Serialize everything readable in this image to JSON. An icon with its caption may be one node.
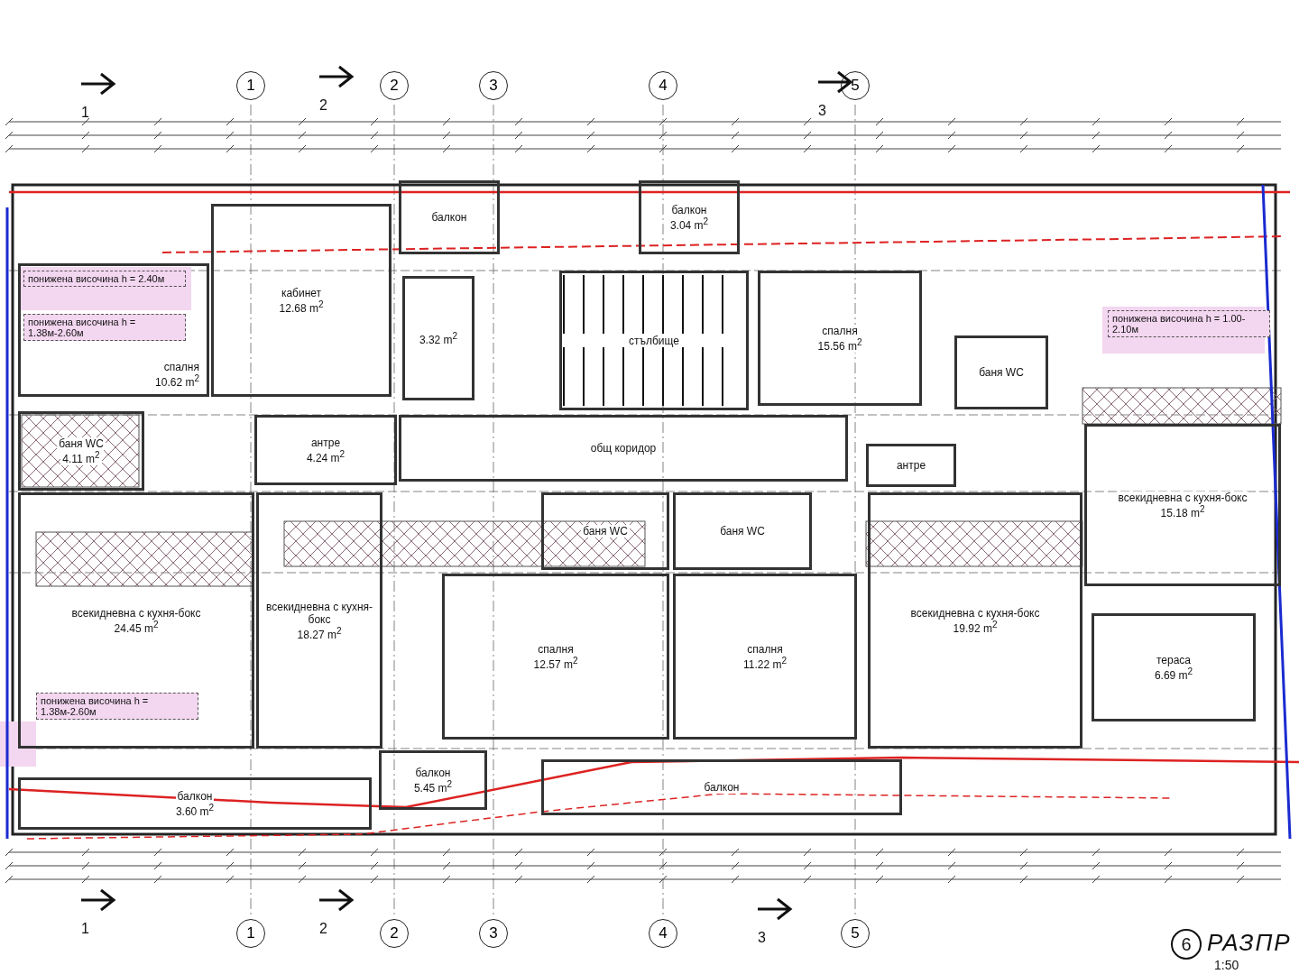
{
  "diagram": {
    "nodes": [
      {
        "text": [
          "1"
        ]
      },
      {
        "text": [
          "2"
        ]
      },
      {
        "text": [
          "3"
        ]
      },
      {
        "text": [
          "4"
        ]
      },
      {
        "text": [
          "5"
        ]
      },
      {
        "text": [
          "балкон"
        ]
      },
      {
        "text": [
          "балкон",
          "3.04 m$^{2}$"
        ]
      },
      {
        "text": [
          "спалня",
          "10.62 m$^{2}$"
        ]
      },
      {
        "text": [
          "кабинет",
          "12.68 m$^{2}$"
        ]
      },
      {
        "text": [
          "3.32 m$^{2}$"
        ]
      },
      {
        "text": [
          "стълбище"
        ]
      },
      {
        "text": [
          "спалня",
          "15.56 m$^{2}$"
        ]
      },
      {
        "text": [
          "баня WC"
        ]
      },
      {
        "text": [
          "баня WC",
          "4.11 m$^{2}$"
        ]
      },
      {
        "text": [
          "антре",
          "4.24 m$^{2}$"
        ]
      },
      {
        "text": [
          "общ коридор"
        ]
      },
      {
        "text": [
          "антре"
        ]
      },
      {
        "text": [
          "всекидневна с кухня-бокс",
          "15.18 m$^{2}$"
        ]
      },
      {
        "text": [
          "всекидневна с кухня-бокс",
          "24.45 m$^{2}$"
        ]
      },
      {
        "text": [
          "всекидневна с кухня-бокс",
          "18.27 m$^{2}$"
        ]
      },
      {
        "text": [
          "баня WC"
        ]
      },
      {
        "text": [
          "баня WC"
        ]
      },
      {
        "text": [
          "спалня",
          "12.57 m$^{2}$"
        ]
      },
      {
        "text": [
          "спалня",
          "11.22 m$^{2}$"
        ]
      },
      {
        "text": [
          "всекидневна с кухня-бокс",
          "19.92 m$^{2}$"
        ]
      },
      {
        "text": [
          "тераса",
          "6.69 m$^{2}$"
        ]
      },
      {
        "text": [
          "балкон",
          "5.45 m$^{2}$"
        ]
      },
      {
        "text": [
          "балкон"
        ]
      },
      {
        "text": [
          "балкон",
          "3.60 m$^{2}$"
        ]
      },
      {
        "text": [
          "1"
        ]
      },
      {
        "text": [
          "2"
        ]
      },
      {
        "text": [
          "3"
        ]
      },
      {
        "text": [
          "4"
        ]
      },
      {
        "text": [
          "5"
        ]
      }
    ],
    "labels": [
      "1",
      "2",
      "3",
      "понижена височина h = 2.40м",
      "понижена височина h = 1.38м-2.60м",
      "понижена височина h = 1.00-2.10м",
      "понижена височина h = 1.38м-2.60м",
      "1",
      "2",
      "3",
      "6",
      "РАЗПР",
      "1:50"
    ]
  }
}
